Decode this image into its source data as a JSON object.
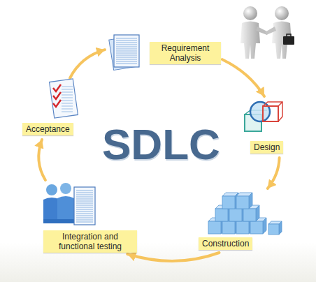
{
  "diagram": {
    "nodes": [
      {
        "text": [
          "Requirement Analysis"
        ]
      },
      {
        "text": [
          "Design"
        ]
      },
      {
        "text": [
          "Construction"
        ]
      },
      {
        "text": [
          "Integration and functional testing"
        ]
      },
      {
        "text": [
          "Acceptance"
        ]
      }
    ],
    "edges": [
      {
        "from": 0,
        "to": 1,
        "arrow": "to"
      },
      {
        "from": 1,
        "to": 2,
        "arrow": "to"
      },
      {
        "from": 2,
        "to": 3,
        "arrow": "to"
      },
      {
        "from": 3,
        "to": 4,
        "arrow": "to"
      },
      {
        "from": 4,
        "to": 0,
        "arrow": "to"
      }
    ],
    "labels": [
      "SDLC"
    ]
  }
}
